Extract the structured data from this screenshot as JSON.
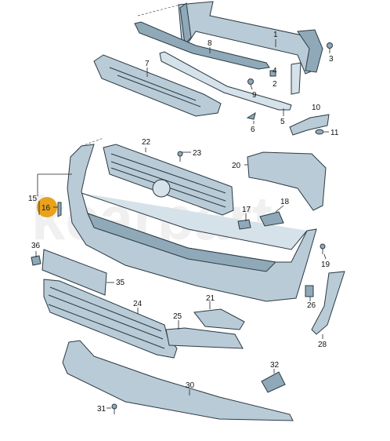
{
  "watermark": "kcarpart",
  "colors": {
    "part_fill": "#b9cbd6",
    "part_dark": "#8fa9b8",
    "outline": "#2b3a44",
    "highlight": "#e8a21c"
  },
  "callouts": {
    "c1": "1",
    "c2": "2",
    "c3": "3",
    "c4": "4",
    "c5": "5",
    "c6": "6",
    "c7": "7",
    "c8": "8",
    "c9": "9",
    "c10": "10",
    "c11": "11",
    "c15": "15",
    "c16": "16",
    "c17": "17",
    "c18": "18",
    "c19": "19",
    "c20": "20",
    "c21": "21",
    "c22": "22",
    "c23": "23",
    "c24": "24",
    "c25": "25",
    "c26": "26",
    "c28": "28",
    "c30": "30",
    "c31": "31",
    "c32": "32",
    "c35": "35",
    "c36": "36"
  }
}
